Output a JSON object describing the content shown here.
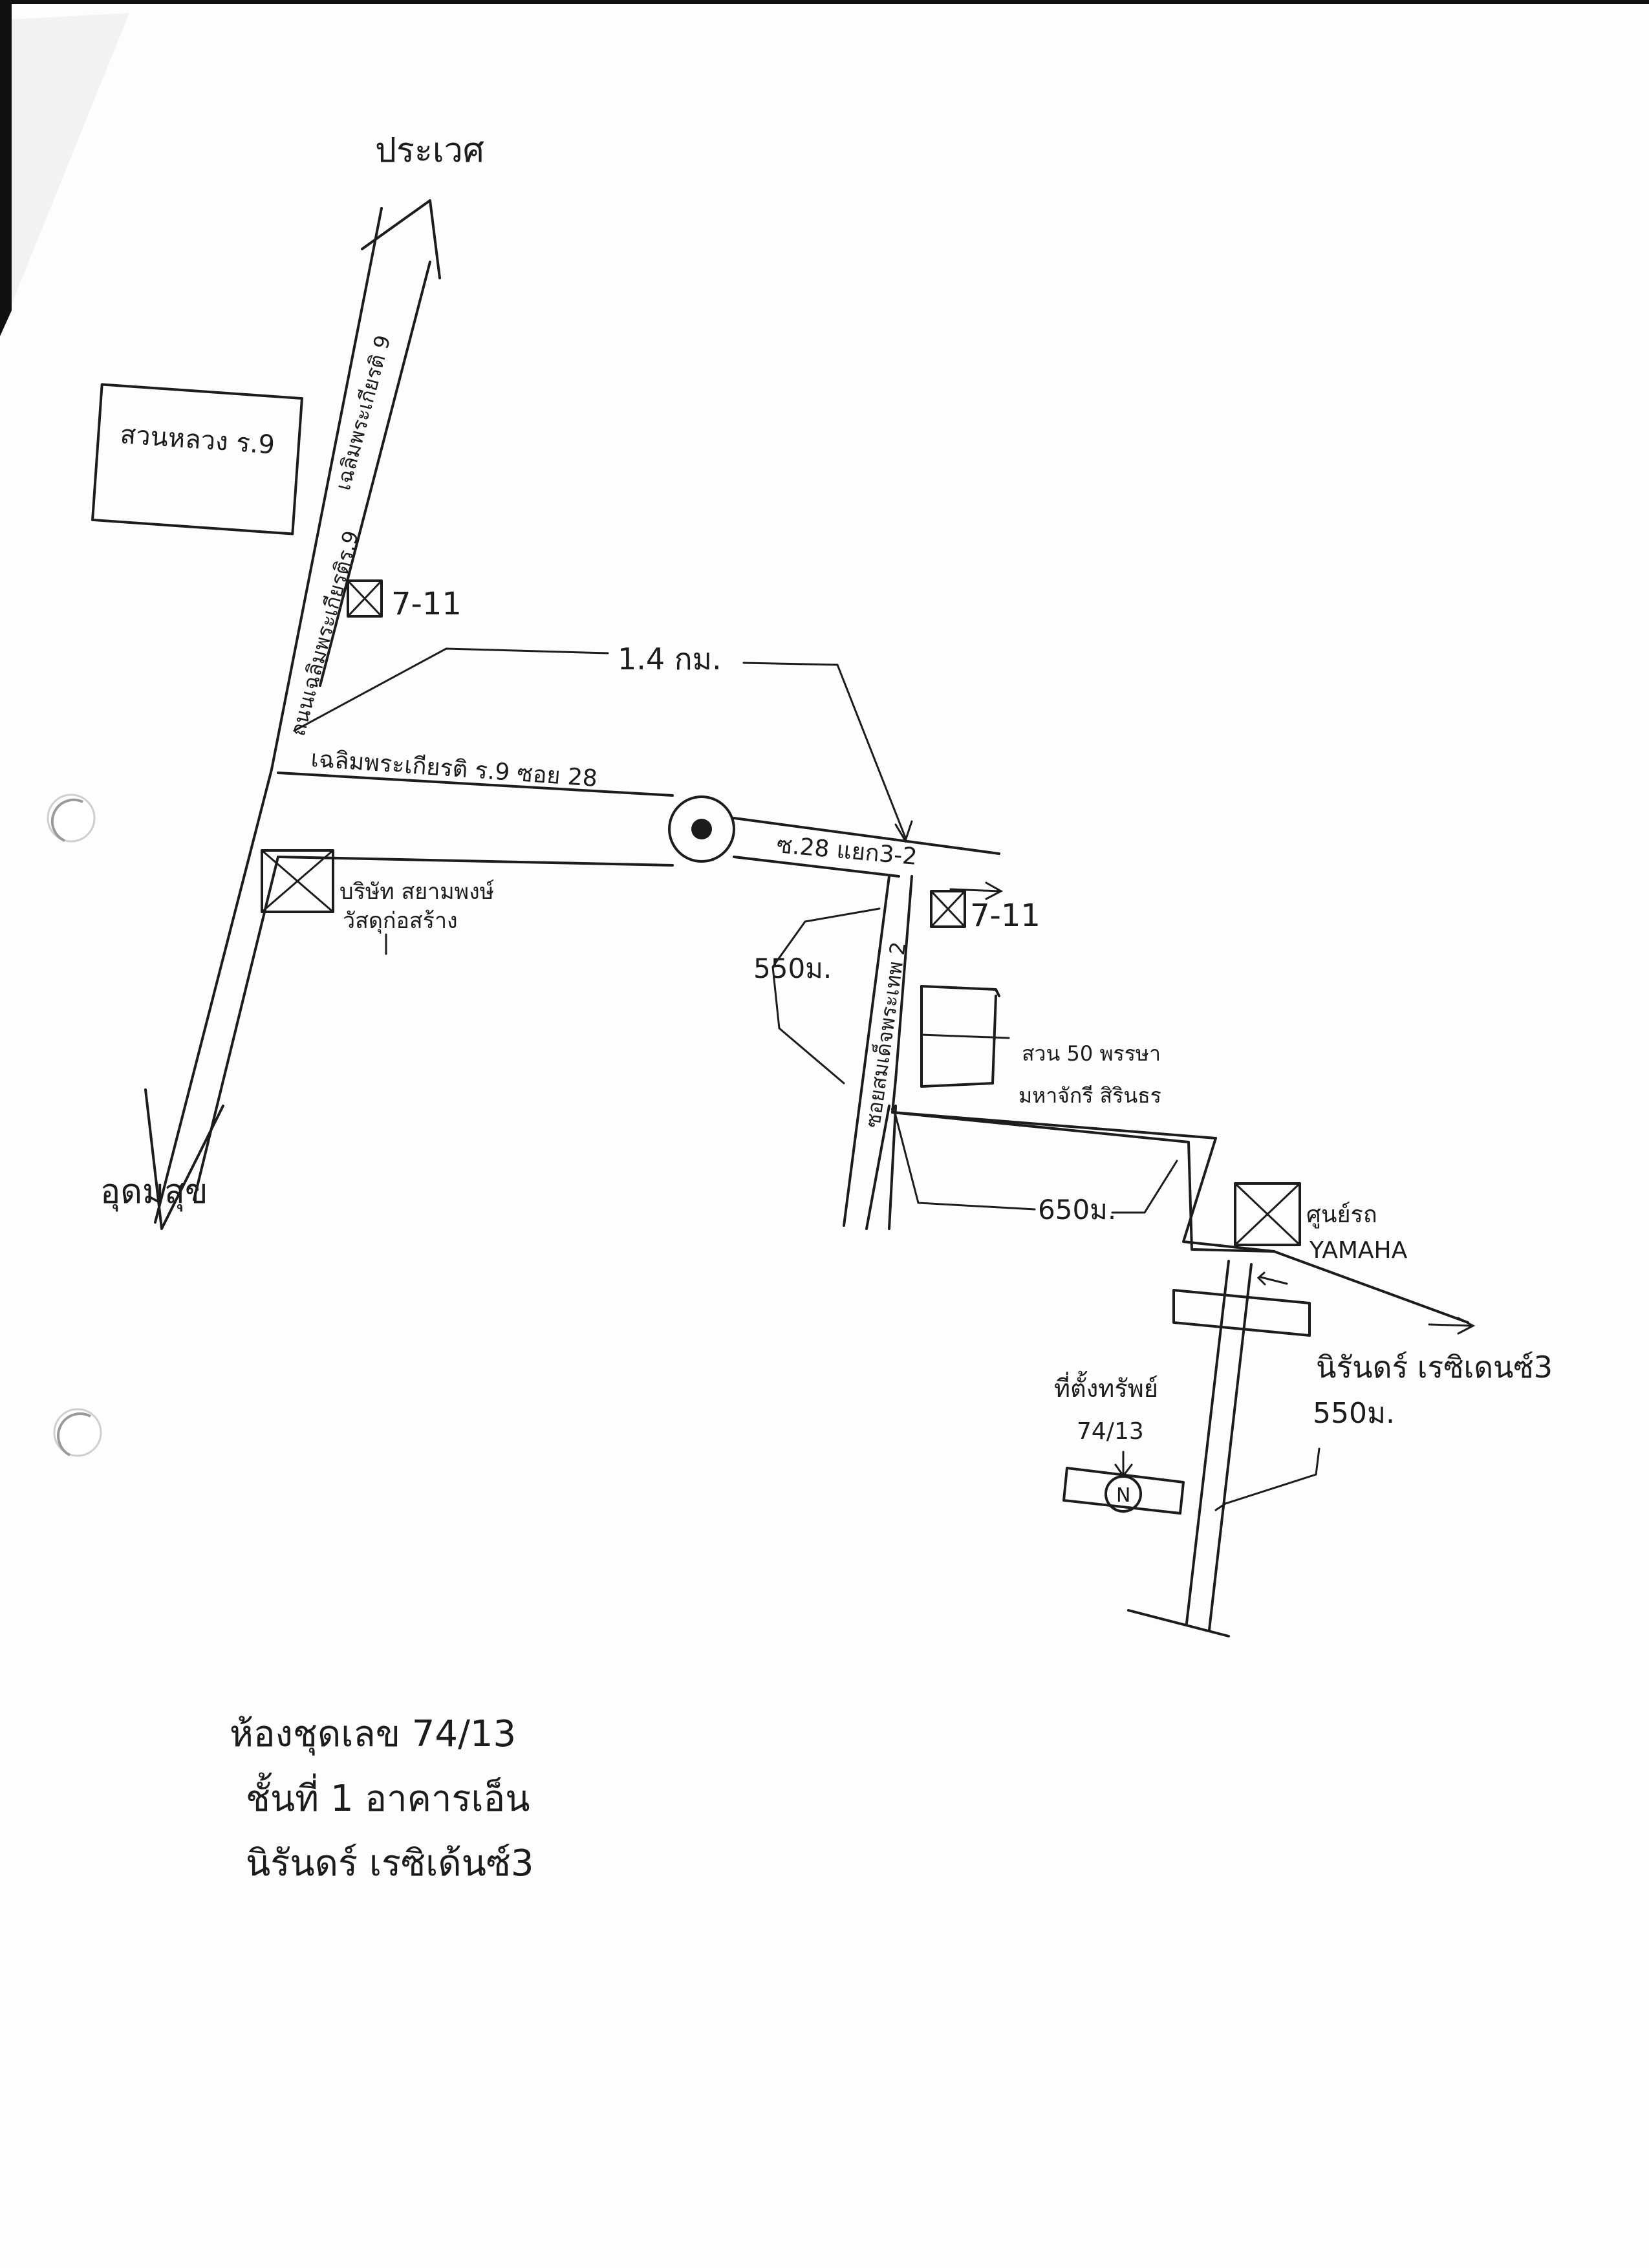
{
  "map": {
    "north_destination": "ประเวศ",
    "south_destination": "อุดมสุข",
    "main_road": "ถนนเฉลิมพระเกียรติร.9",
    "main_road_label_right": "เฉลิมพระเกียรติ 9",
    "park": "สวนหลวง ร.9",
    "seven_eleven_1": "7-11",
    "seven_eleven_2": "7-11",
    "distance_main": "1.4 กม.",
    "soi28_road": "เฉลิมพระเกียรติ ร.9 ซอย 28",
    "junction_label": "ซ.28 แยก3-2",
    "company_line1": "บริษัท สยามพงษ์",
    "company_line2": "วัสดุก่อสร้าง",
    "distance_soi": "550ม.",
    "side_road": "ซอยสมเด็จพระเทพ 2",
    "garden_line1": "สวน 50 พรรษา",
    "garden_line2": "มหาจักรี สิรินธร",
    "distance_middle": "650ม.",
    "yamaha_line1": "ศูนย์รถ",
    "yamaha_line2": "YAMAHA",
    "project": "นิรันดร์ เรซิเดนซ์3",
    "distance_last": "550ม.",
    "property_label": "ที่ตั้งทรัพย์",
    "property_number": "74/13",
    "north_marker": "N"
  },
  "notes": {
    "line1": "ห้องชุดเลข 74/13",
    "line2": "ชั้นที่ 1 อาคารเอ็น",
    "line3": "นิรันดร์ เรซิเด้นซ์3"
  },
  "colors": {
    "ink": "#1c1c1c",
    "paper": "#fdfdfd",
    "edge": "#111111"
  }
}
